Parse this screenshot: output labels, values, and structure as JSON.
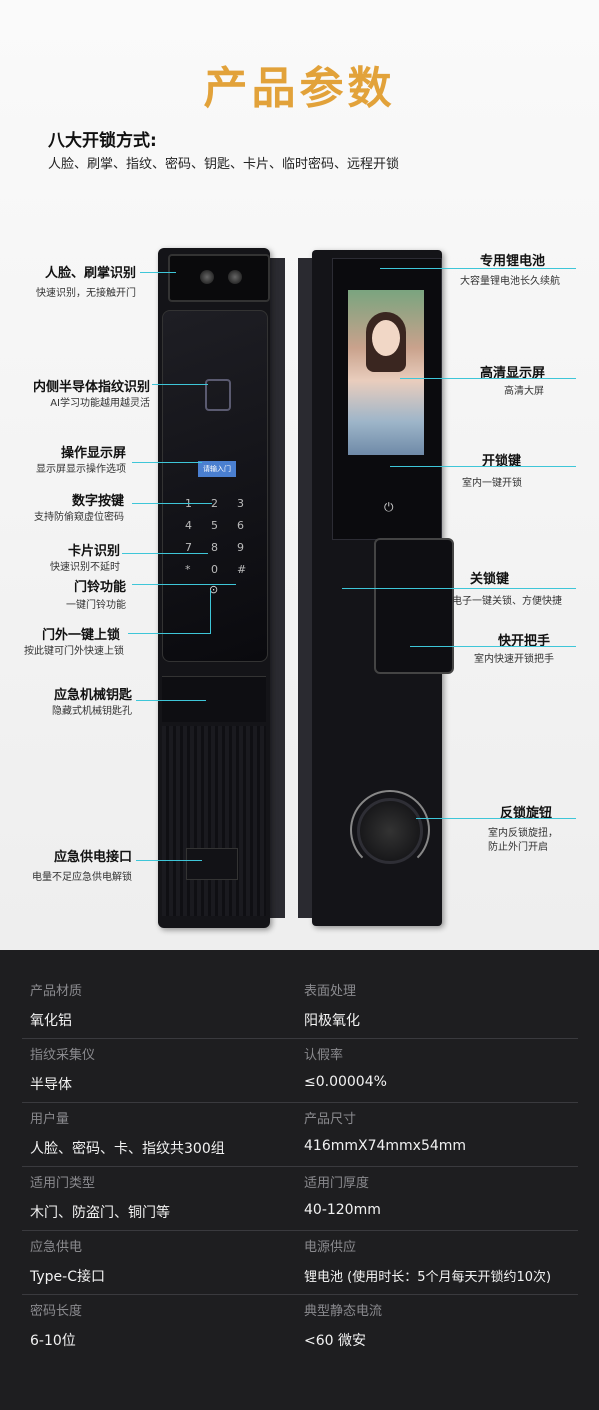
{
  "title": "产品参数",
  "unlock": {
    "heading": "八大开锁方式:",
    "methods": "人脸、刷掌、指纹、密码、钥匙、卡片、临时密码、远程开锁"
  },
  "left_callouts": [
    {
      "label": "人脸、刷掌识别",
      "desc": "快速识别，无接触开门"
    },
    {
      "label": "内侧半导体指纹识别",
      "desc": "AI学习功能越用越灵活"
    },
    {
      "label": "操作显示屏",
      "desc": "显示屏显示操作选项"
    },
    {
      "label": "数字按键",
      "desc": "支持防偷窥虚位密码"
    },
    {
      "label": "卡片识别",
      "desc": "快速识别不延时"
    },
    {
      "label": "门铃功能",
      "desc": "一键门铃功能"
    },
    {
      "label": "门外一键上锁",
      "desc": "按此键可门外快速上锁"
    },
    {
      "label": "应急机械钥匙",
      "desc": "隐藏式机械钥匙孔"
    },
    {
      "label": "应急供电接口",
      "desc": "电量不足应急供电解锁"
    }
  ],
  "right_callouts": [
    {
      "label": "专用锂电池",
      "desc": "大容量锂电池长久续航"
    },
    {
      "label": "高清显示屏",
      "desc": "高清大屏"
    },
    {
      "label": "开锁键",
      "desc": "室内一键开锁"
    },
    {
      "label": "关锁键",
      "desc": "电子一键关锁、方便快捷"
    },
    {
      "label": "快开把手",
      "desc": "室内快速开锁把手"
    },
    {
      "label": "反锁旋钮",
      "desc": "室内反锁旋扭，",
      "desc2": "防止外门开启"
    }
  ],
  "lock_screen_text": "请输入门",
  "keypad": [
    "1",
    "2",
    "3",
    "4",
    "5",
    "6",
    "7",
    "8",
    "9",
    "*",
    "0",
    "#"
  ],
  "specs": [
    {
      "label": "产品材质",
      "value": "氧化铝"
    },
    {
      "label": "表面处理",
      "value": "阳极氧化"
    },
    {
      "label": "指纹采集仪",
      "value": "半导体"
    },
    {
      "label": "认假率",
      "value": "≤0.00004%"
    },
    {
      "label": "用户量",
      "value": "人脸、密码、卡、指纹共300组"
    },
    {
      "label": "产品尺寸",
      "value": "416mmX74mmx54mm"
    },
    {
      "label": "适用门类型",
      "value": "木门、防盗门、铜门等"
    },
    {
      "label": "适用门厚度",
      "value": "40-120mm"
    },
    {
      "label": "应急供电",
      "value": "Type-C接口"
    },
    {
      "label": "电源供应",
      "value": "锂电池 (使用时长：5个月每天开锁约10次)"
    },
    {
      "label": "密码长度",
      "value": "6-10位"
    },
    {
      "label": "典型静态电流",
      "value": "<60 微安"
    }
  ],
  "colors": {
    "accent": "#e2a23a",
    "callout_line": "#3ec6d8",
    "spec_bg": "#1e1e20"
  }
}
